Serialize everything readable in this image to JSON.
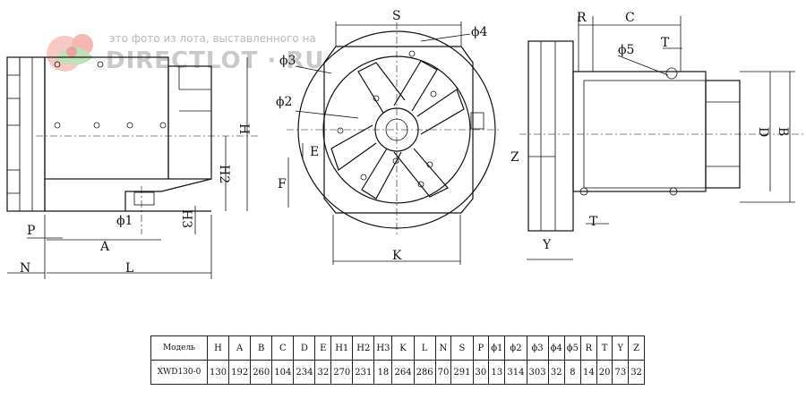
{
  "watermark": {
    "caption": "это фото из лота, выставленного на",
    "brand": "DIRECTLOT · RU"
  },
  "labels": {
    "S": "S",
    "phi4": "ϕ4",
    "phi3": "ϕ3",
    "phi2": "ϕ2",
    "phi1": "ϕ1",
    "phi5": "ϕ5",
    "R": "R",
    "C": "C",
    "T": "T",
    "E": "E",
    "F": "F",
    "K": "K",
    "Z": "Z",
    "Y": "Y",
    "P": "P",
    "A": "A",
    "L": "L",
    "N": "N",
    "H": "H",
    "H2": "H2",
    "H3": "H3",
    "D": "D",
    "B": "B"
  },
  "table": {
    "columns": [
      "Модель",
      "H",
      "A",
      "B",
      "C",
      "D",
      "E",
      "H1",
      "H2",
      "H3",
      "K",
      "L",
      "N",
      "S",
      "P",
      "ϕ1",
      "ϕ2",
      "ϕ3",
      "ϕ4",
      "ϕ5",
      "R",
      "T",
      "Y",
      "Z"
    ],
    "rows": [
      [
        "XWD130-0",
        "130",
        "192",
        "260",
        "104",
        "234",
        "32",
        "270",
        "231",
        "18",
        "264",
        "286",
        "70",
        "291",
        "30",
        "13",
        "314",
        "303",
        "32",
        "8",
        "14",
        "20",
        "73",
        "32"
      ]
    ]
  }
}
